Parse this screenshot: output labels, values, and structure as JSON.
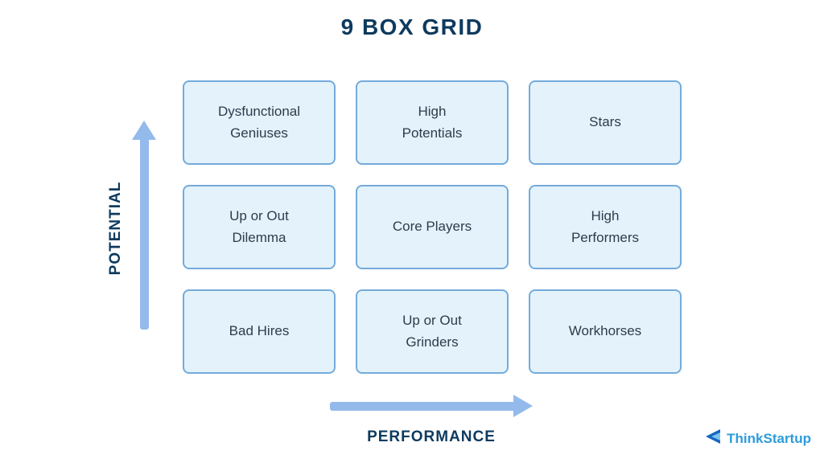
{
  "title": "9 BOX GRID",
  "colors": {
    "title_navy": "#0d3a5e",
    "box_fill": "#e4f2fb",
    "box_border": "#74abdb",
    "arrow_blue": "#94baec",
    "logo_blue": "#2d9cdb"
  },
  "axes": {
    "y_label": "POTENTIAL",
    "x_label": "PERFORMANCE"
  },
  "grid": {
    "cells": [
      {
        "label": "Dysfunctional\nGeniuses"
      },
      {
        "label": "High\nPotentials"
      },
      {
        "label": "Stars"
      },
      {
        "label": "Up or Out\nDilemma"
      },
      {
        "label": "Core Players"
      },
      {
        "label": "High\nPerformers"
      },
      {
        "label": "Bad Hires"
      },
      {
        "label": "Up or Out\nGrinders"
      },
      {
        "label": "Workhorses"
      }
    ]
  },
  "logo": {
    "text": "ThinkStartup",
    "icon": "paper-plane-icon"
  }
}
